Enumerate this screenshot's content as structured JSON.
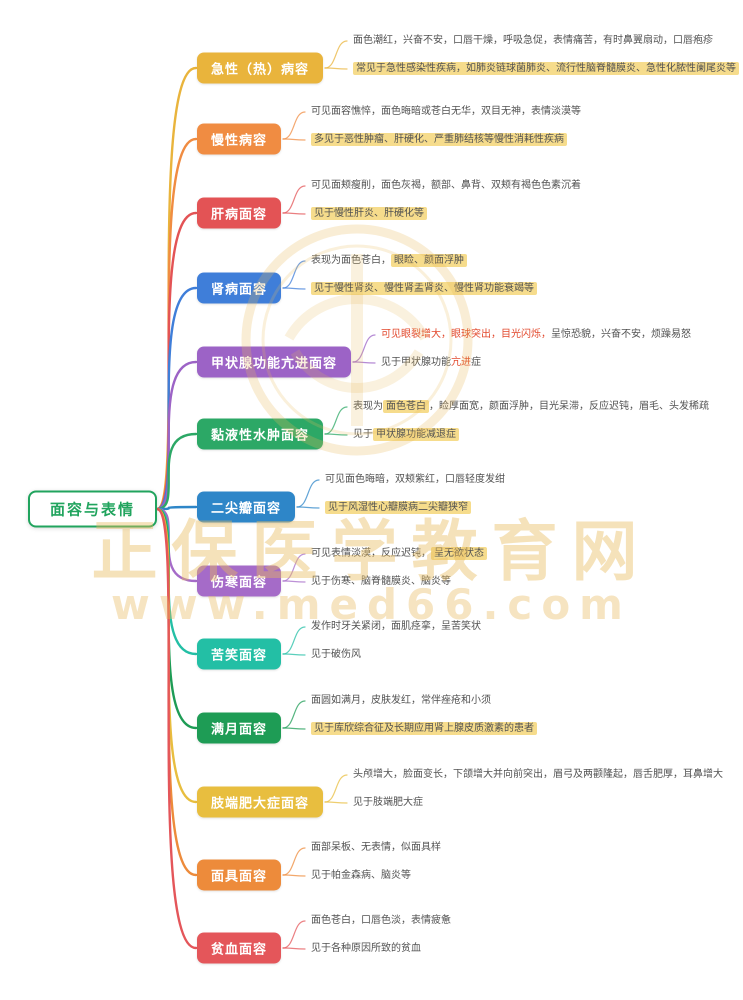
{
  "page": {
    "background": "#ffffff"
  },
  "watermark": {
    "main": "正保医学教育网",
    "url": "www.med66.com",
    "color": "#E8B95B"
  },
  "root": {
    "label": "面容与表情",
    "color": "#21A45E"
  },
  "accent_red": "#E2472B",
  "highlight_bg": "#F6DC8C",
  "branches": [
    {
      "label": "急性（热）病容",
      "color": "#E9B43C",
      "notes": [
        {
          "segments": [
            {
              "t": "面色潮红，兴奋不安，口唇干燥，呼吸急促，表情痛苦，有时鼻翼扇动，口唇疱疹",
              "s": "plain"
            }
          ]
        },
        {
          "segments": [
            {
              "t": "常见于急性感染性疾病，如肺炎链球菌肺炎、流行性脑脊髓膜炎、急性化脓性阑尾炎等",
              "s": "hl"
            }
          ]
        }
      ]
    },
    {
      "label": "慢性病容",
      "color": "#F08C42",
      "notes": [
        {
          "segments": [
            {
              "t": "可见面容憔悴，面色晦暗或苍白无华，双目无神，表情淡漠等",
              "s": "plain"
            }
          ]
        },
        {
          "segments": [
            {
              "t": "多见于恶性肿瘤、肝硬化、严重肺结核等慢性消耗性疾病",
              "s": "hl"
            }
          ]
        }
      ]
    },
    {
      "label": "肝病面容",
      "color": "#E35355",
      "notes": [
        {
          "segments": [
            {
              "t": "可见面颊瘦削，面色灰褐，额部、鼻背、双颊有褐色色素沉着",
              "s": "plain"
            }
          ]
        },
        {
          "segments": [
            {
              "t": "见于慢性肝炎、肝硬化等",
              "s": "hl"
            }
          ]
        }
      ]
    },
    {
      "label": "肾病面容",
      "color": "#3F7ED9",
      "notes": [
        {
          "segments": [
            {
              "t": "表现为面色苍白，",
              "s": "plain"
            },
            {
              "t": "眼睑、颜面浮肿",
              "s": "hl"
            }
          ]
        },
        {
          "segments": [
            {
              "t": "见于慢性肾炎、慢性肾盂肾炎、慢性肾功能衰竭等",
              "s": "hl"
            }
          ]
        }
      ]
    },
    {
      "label": "甲状腺功能亢进面容",
      "color": "#9C63C6",
      "notes": [
        {
          "segments": [
            {
              "t": "可见眼裂增大，眼球突出，目光闪烁，",
              "s": "red"
            },
            {
              "t": "呈惊恐貌，兴奋不安，烦躁易怒",
              "s": "plain"
            }
          ]
        },
        {
          "segments": [
            {
              "t": "见于甲状腺功能",
              "s": "plain"
            },
            {
              "t": "亢进",
              "s": "red"
            },
            {
              "t": "症",
              "s": "plain"
            }
          ]
        }
      ]
    },
    {
      "label": "黏液性水肿面容",
      "color": "#2CA866",
      "notes": [
        {
          "segments": [
            {
              "t": "表现为",
              "s": "plain"
            },
            {
              "t": "面色苍白",
              "s": "hl"
            },
            {
              "t": "，睑厚面宽，颜面浮肿，目光呆滞，反应迟钝，眉毛、头发稀疏",
              "s": "plain"
            }
          ]
        },
        {
          "segments": [
            {
              "t": "见于",
              "s": "plain"
            },
            {
              "t": "甲状腺功能减退症",
              "s": "hl"
            }
          ]
        }
      ]
    },
    {
      "label": "二尖瓣面容",
      "color": "#2E86C8",
      "notes": [
        {
          "segments": [
            {
              "t": "可见面色晦暗，双颊紫红，口唇轻度发绀",
              "s": "plain"
            }
          ]
        },
        {
          "segments": [
            {
              "t": "见于风湿性心瓣膜病二尖瓣狭窄",
              "s": "hl"
            }
          ]
        }
      ]
    },
    {
      "label": "伤寒面容",
      "color": "#A56BC8",
      "notes": [
        {
          "segments": [
            {
              "t": "可见表情淡漠，反应迟钝，",
              "s": "plain"
            },
            {
              "t": "呈无欲状态",
              "s": "hl"
            }
          ]
        },
        {
          "segments": [
            {
              "t": "见于伤寒、脑脊髓膜炎、脑炎等",
              "s": "plain"
            }
          ]
        }
      ]
    },
    {
      "label": "苦笑面容",
      "color": "#23BFA5",
      "notes": [
        {
          "segments": [
            {
              "t": "发作时牙关紧闭，面肌痉挛，呈苦笑状",
              "s": "plain"
            }
          ]
        },
        {
          "segments": [
            {
              "t": "见于破伤风",
              "s": "plain"
            }
          ]
        }
      ]
    },
    {
      "label": "满月面容",
      "color": "#1E9C55",
      "notes": [
        {
          "segments": [
            {
              "t": "面圆如满月，皮肤发红，常伴痤疮和小须",
              "s": "plain"
            }
          ]
        },
        {
          "segments": [
            {
              "t": "见于库欣综合征及长期应用肾上腺皮质激素的患者",
              "s": "hl"
            }
          ]
        }
      ]
    },
    {
      "label": "肢端肥大症面容",
      "color": "#E8BE3F",
      "notes": [
        {
          "segments": [
            {
              "t": "头颅增大，脸面变长，下颌增大并向前突出，眉弓及两颧隆起，唇舌肥厚，耳鼻增大",
              "s": "plain"
            }
          ]
        },
        {
          "segments": [
            {
              "t": "见于肢端肥大症",
              "s": "plain"
            }
          ]
        }
      ]
    },
    {
      "label": "面具面容",
      "color": "#ED8B3B",
      "notes": [
        {
          "segments": [
            {
              "t": "面部呆板、无表情，似面具样",
              "s": "plain"
            }
          ]
        },
        {
          "segments": [
            {
              "t": "见于帕金森病、脑炎等",
              "s": "plain"
            }
          ]
        }
      ]
    },
    {
      "label": "贫血面容",
      "color": "#E4565A",
      "notes": [
        {
          "segments": [
            {
              "t": "面色苍白，口唇色淡，表情疲惫",
              "s": "plain"
            }
          ]
        },
        {
          "segments": [
            {
              "t": "见于各种原因所致的贫血",
              "s": "plain"
            }
          ]
        }
      ]
    }
  ]
}
